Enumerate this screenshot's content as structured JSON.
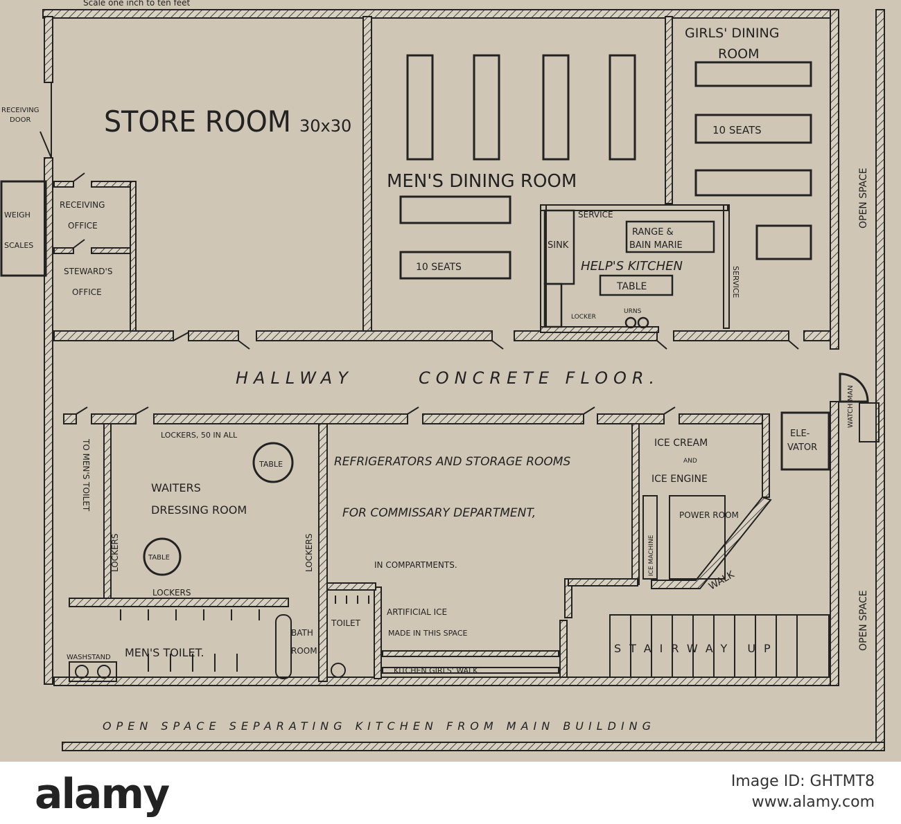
{
  "scale_note": "Scale one inch to ten feet",
  "rooms": {
    "store_room": "STORE ROOM",
    "store_room_size": "30x30",
    "receiving_door": [
      "RECEIVING",
      "DOOR"
    ],
    "weigh_scales": [
      "WEIGH",
      "SCALES"
    ],
    "receiving_office": [
      "RECEIVING",
      "OFFICE"
    ],
    "stewards_office": [
      "STEWARD'S",
      "OFFICE"
    ],
    "mens_dining": "MEN'S DINING ROOM",
    "mens_dining_seats": "10 SEATS",
    "girls_dining": [
      "GIRLS' DINING",
      "ROOM"
    ],
    "girls_dining_seats": "10 SEATS",
    "helps_kitchen": "HELP'S KITCHEN",
    "service_top": "SERVICE",
    "service_side": "SERVICE",
    "sink": "SINK",
    "range": [
      "RANGE &",
      "BAIN MARIE"
    ],
    "kitchen_table": "TABLE",
    "locker": "LOCKER",
    "urns": "URNS",
    "hallway": "HALLWAY",
    "concrete_floor": "CONCRETE FLOOR.",
    "watchman": "WATCH MAN",
    "elevator": [
      "ELE-",
      "VATOR"
    ],
    "lockers_50": "LOCKERS, 50 IN ALL",
    "waiters_dressing": [
      "WAITERS",
      "DRESSING ROOM"
    ],
    "table_1": "TABLE",
    "table_2": "TABLE",
    "lockers_left": "LOCKERS",
    "lockers_right": "LOCKERS",
    "lockers_bottom": "LOCKERS",
    "to_mens_toilet": "TO MEN'S TOILET",
    "refrigerators": "REFRIGERATORS AND STORAGE ROOMS",
    "commissary": "FOR COMMISSARY DEPARTMENT,",
    "compartments": "IN COMPARTMENTS.",
    "ice_cream": [
      "ICE CREAM",
      "AND",
      "ICE ENGINE"
    ],
    "ice_machine": "ICE MACHINE",
    "power_room": "POWER ROOM",
    "walk": "WALK",
    "artificial_ice": [
      "ARTIFICIAL ICE",
      "MADE IN THIS SPACE"
    ],
    "kitchen_girls_walk": "KITCHEN GIRLS' WALK",
    "stairway": "STAIRWAY UP",
    "bath_room": [
      "BATH",
      "ROOM"
    ],
    "toilet": "TOILET",
    "washstand": "WASHSTAND",
    "mens_toilet": "MEN'S TOILET.",
    "open_space_top": "OPEN SPACE",
    "open_space_bottom": "OPEN SPACE",
    "open_space_separating": "OPEN SPACE SEPARATING KITCHEN FROM MAIN BUILDING"
  },
  "watermark": {
    "brand": "alamy",
    "image_id": "Image ID: GHTMT8",
    "url": "www.alamy.com"
  },
  "colors": {
    "paper": "#cfc6b6",
    "ink": "#222222"
  }
}
